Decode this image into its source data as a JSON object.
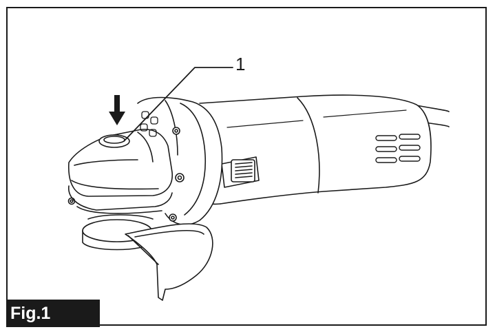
{
  "figure": {
    "label": "Fig.1",
    "callout_number": "1"
  },
  "icons": {
    "press_arrow": "down-arrow-icon",
    "tool": "angle-grinder-illustration"
  },
  "colors": {
    "ink": "#1a1a1a",
    "paper": "#ffffff"
  }
}
